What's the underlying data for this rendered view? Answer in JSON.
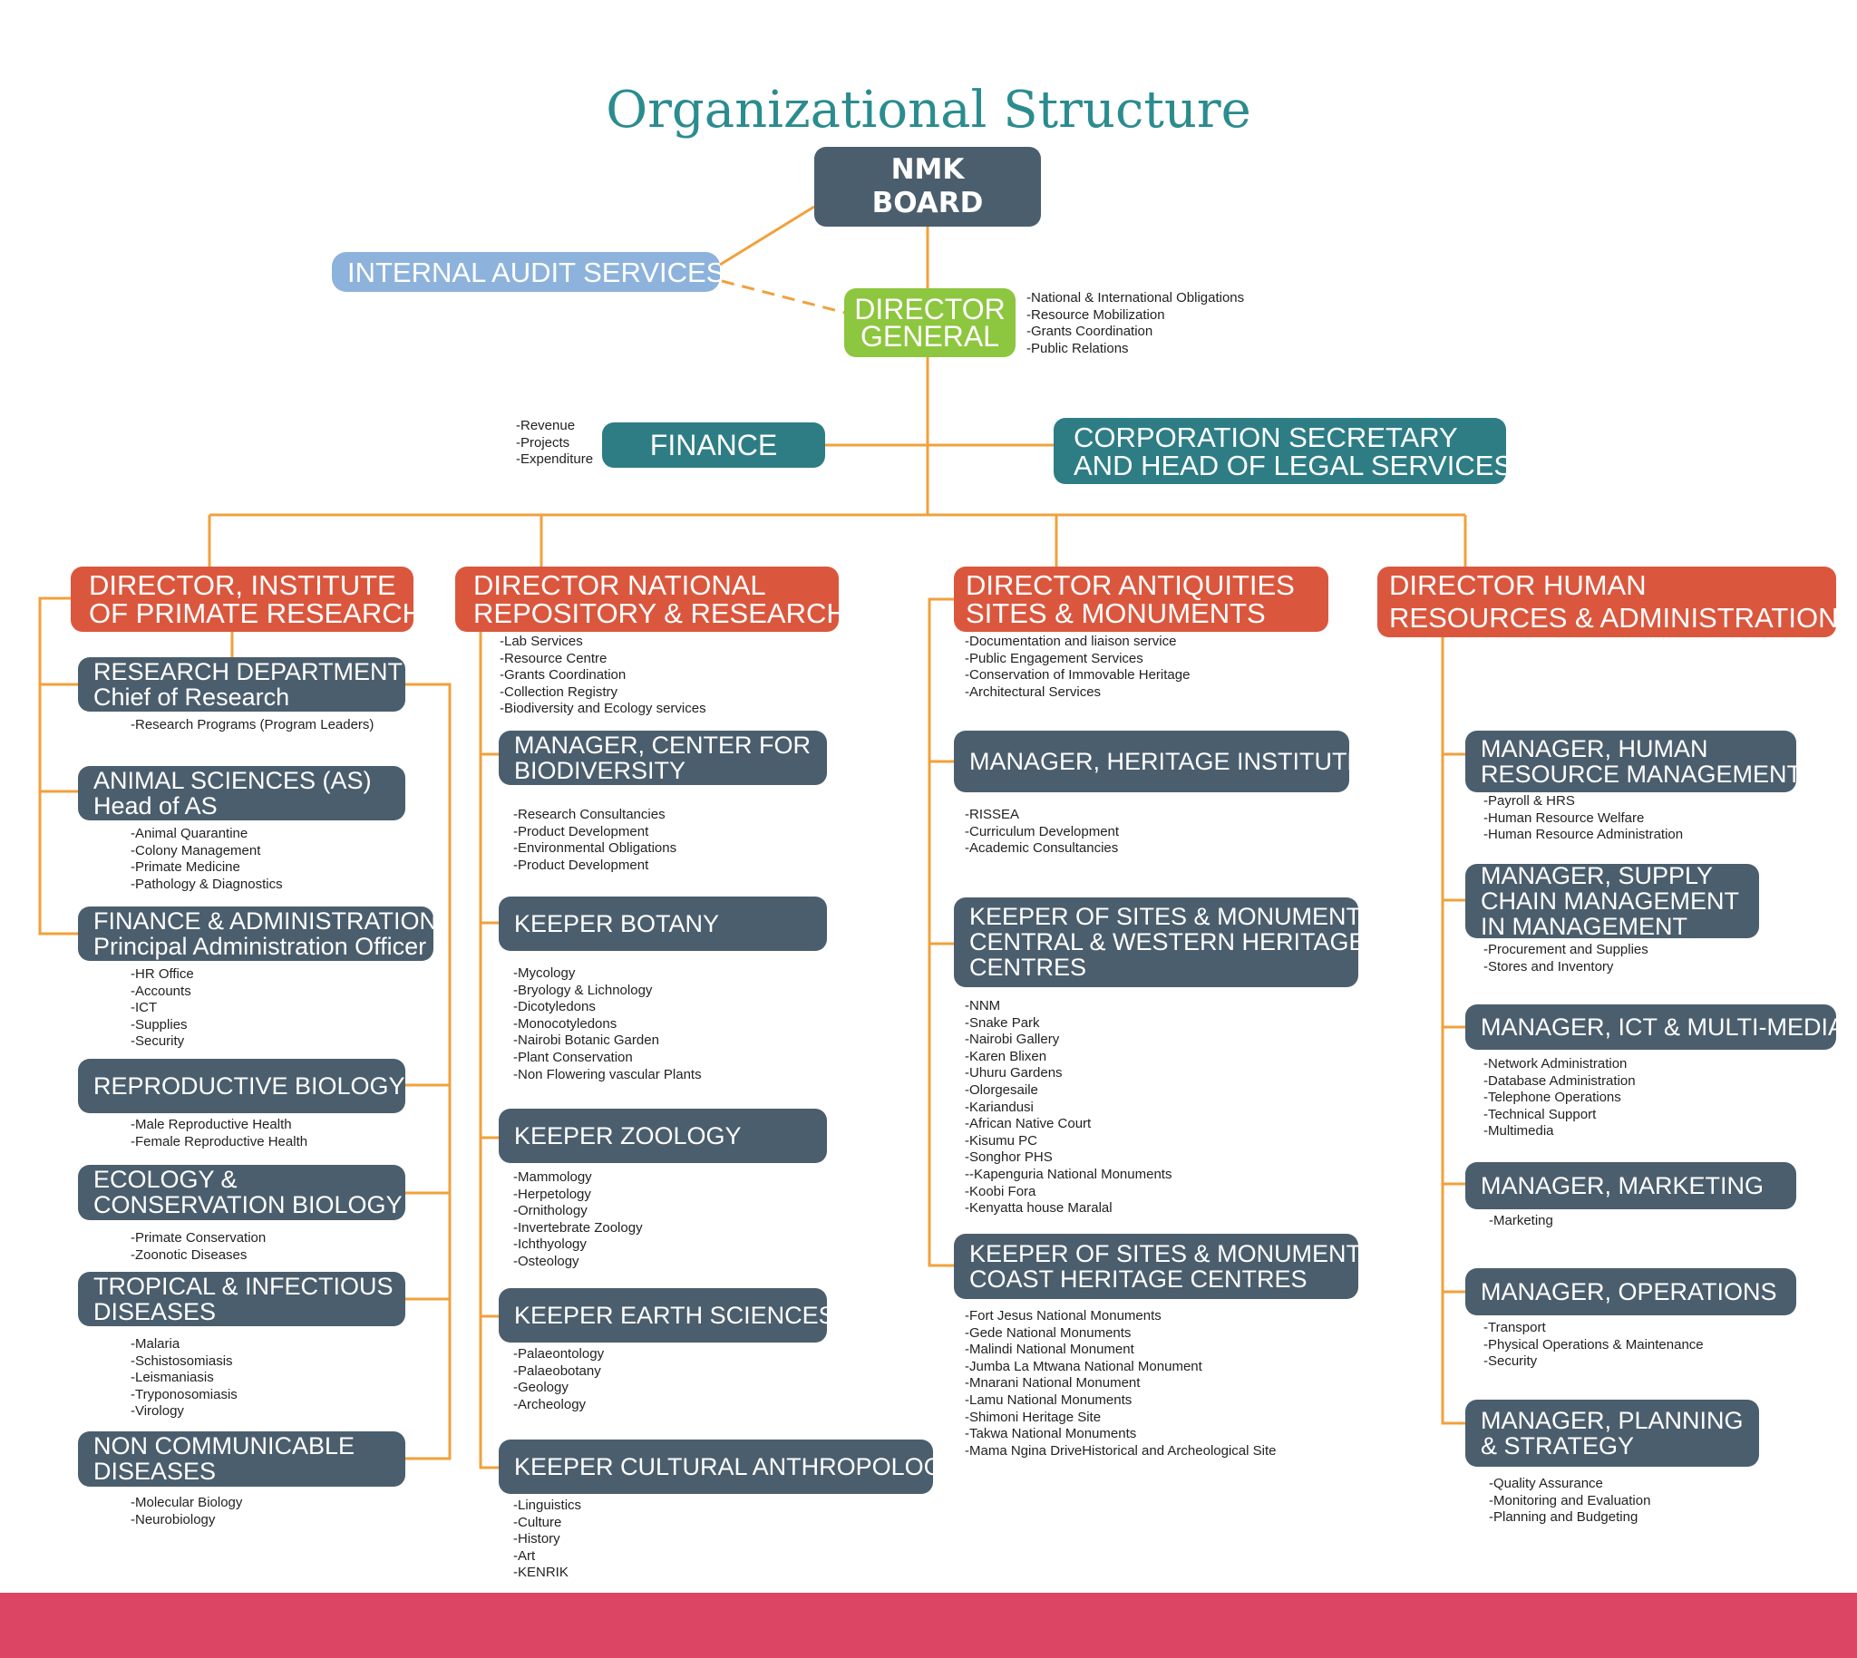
{
  "title": "Organizational Structure",
  "colors": {
    "title": "#2b8c8f",
    "line": "#f0a13c",
    "dark_box": "#4b5e6d",
    "director_box": "#da573e",
    "teal_box": "#2e7d85",
    "director_general": "#8dc63f",
    "audit": "#8db3dc",
    "footer": "#dc4664"
  },
  "board": [
    "NMK",
    "BOARD"
  ],
  "internal_audit": [
    "INTERNAL AUDIT SERVICES"
  ],
  "director_general": {
    "title": [
      "DIRECTOR",
      "GENERAL"
    ],
    "items": [
      "-National & International Obligations",
      "-Resource Mobilization",
      "-Grants  Coordination",
      "-Public Relations"
    ]
  },
  "finance": {
    "title": [
      "FINANCE"
    ],
    "items": [
      "-Revenue",
      "-Projects",
      "-Expenditure"
    ]
  },
  "corp_secretary": [
    "CORPORATION SECRETARY",
    "AND HEAD OF LEGAL SERVICES"
  ],
  "directors": [
    {
      "title": [
        "DIRECTOR, INSTITUTE",
        "OF PRIMATE RESEARCH"
      ],
      "items": [],
      "units": [
        {
          "title": [
            "RESEARCH DEPARTMENT",
            "Chief of Research"
          ],
          "items": [
            "-Research Programs (Program Leaders)"
          ]
        },
        {
          "title": [
            "ANIMAL SCIENCES (AS)",
            "Head of AS"
          ],
          "items": [
            "-Animal Quarantine",
            "-Colony Management",
            "-Primate Medicine",
            "-Pathology & Diagnostics"
          ]
        },
        {
          "title": [
            "FINANCE & ADMINISTRATION",
            "Principal Administration Officer"
          ],
          "items": [
            "-HR Office",
            "-Accounts",
            "-ICT",
            "-Supplies",
            "-Security"
          ]
        },
        {
          "title": [
            "REPRODUCTIVE BIOLOGY"
          ],
          "items": [
            "-Male Reproductive Health",
            "-Female Reproductive Health"
          ]
        },
        {
          "title": [
            "ECOLOGY &",
            "CONSERVATION BIOLOGY"
          ],
          "items": [
            "-Primate Conservation",
            "-Zoonotic Diseases"
          ]
        },
        {
          "title": [
            "TROPICAL & INFECTIOUS",
            "DISEASES"
          ],
          "items": [
            "-Malaria",
            "-Schistosomiasis",
            "-Leismaniasis",
            "-Tryponosomiasis",
            "-Virology"
          ]
        },
        {
          "title": [
            "NON COMMUNICABLE",
            "DISEASES"
          ],
          "items": [
            "-Molecular Biology",
            "-Neurobiology"
          ]
        }
      ]
    },
    {
      "title": [
        "DIRECTOR NATIONAL",
        "REPOSITORY & RESEARCH"
      ],
      "items": [
        "-Lab Services",
        "-Resource Centre",
        "-Grants Coordination",
        "-Collection Registry",
        "-Biodiversity and Ecology services"
      ],
      "units": [
        {
          "title": [
            "MANAGER, CENTER FOR",
            "BIODIVERSITY"
          ],
          "items": [
            "-Research Consultancies",
            "-Product Development",
            "-Environmental Obligations",
            "-Product Development"
          ]
        },
        {
          "title": [
            "KEEPER BOTANY"
          ],
          "items": [
            "-Mycology",
            "-Bryology & Lichnology",
            "-Dicotyledons",
            "-Monocotyledons",
            "-Nairobi Botanic Garden",
            "-Plant Conservation",
            "-Non Flowering vascular Plants"
          ]
        },
        {
          "title": [
            "KEEPER ZOOLOGY"
          ],
          "items": [
            "-Mammology",
            "-Herpetology",
            "-Ornithology",
            "-Invertebrate Zoology",
            "-Ichthyology",
            "-Osteology"
          ]
        },
        {
          "title": [
            "KEEPER EARTH SCIENCES"
          ],
          "items": [
            "-Palaeontology",
            "-Palaeobotany",
            "-Geology",
            "-Archeology"
          ]
        },
        {
          "title": [
            "KEEPER CULTURAL ANTHROPOLOGY"
          ],
          "items": [
            "-Linguistics",
            "-Culture",
            "-History",
            "-Art",
            "-KENRIK"
          ]
        }
      ]
    },
    {
      "title": [
        "DIRECTOR ANTIQUITIES",
        "SITES & MONUMENTS"
      ],
      "items": [
        "-Documentation and liaison service",
        "-Public Engagement Services",
        "-Conservation of Immovable Heritage",
        "-Architectural Services"
      ],
      "units": [
        {
          "title": [
            "MANAGER, HERITAGE INSTITUTE"
          ],
          "items": [
            "-RISSEA",
            "-Curriculum Development",
            "-Academic Consultancies"
          ]
        },
        {
          "title": [
            "KEEPER OF SITES & MONUMENTS,",
            "CENTRAL & WESTERN HERITAGE",
            "CENTRES"
          ],
          "items": [
            "-NNM",
            "-Snake Park",
            "-Nairobi Gallery",
            "-Karen Blixen",
            "-Uhuru Gardens",
            "-Olorgesaile",
            "-Kariandusi",
            "-African Native Court",
            "-Kisumu PC",
            "-Songhor PHS",
            "--Kapenguria National Monuments",
            "-Koobi Fora",
            "-Kenyatta house Maralal"
          ]
        },
        {
          "title": [
            "KEEPER OF SITES & MONUMENTS,",
            "COAST HERITAGE CENTRES"
          ],
          "items": [
            "-Fort Jesus National Monuments",
            "-Gede National Monuments",
            "-Malindi National Monument",
            "-Jumba La Mtwana National Monument",
            "-Mnarani National Monument",
            "-Lamu National Monuments",
            "-Shimoni Heritage Site",
            "-Takwa National Monuments",
            "-Mama Ngina DriveHistorical and Archeological Site"
          ]
        }
      ]
    },
    {
      "title": [
        "DIRECTOR HUMAN",
        "RESOURCES & ADMINISTRATION"
      ],
      "items": [],
      "units": [
        {
          "title": [
            "MANAGER, HUMAN",
            "RESOURCE MANAGEMENT"
          ],
          "items": [
            "-Payroll & HRS",
            "-Human Resource Welfare",
            "-Human Resource Administration"
          ]
        },
        {
          "title": [
            "MANAGER, SUPPLY",
            "CHAIN MANAGEMENT",
            "IN MANAGEMENT"
          ],
          "items": [
            "-Procurement and Supplies",
            "-Stores and Inventory"
          ]
        },
        {
          "title": [
            "MANAGER, ICT & MULTI-MEDIA"
          ],
          "items": [
            "-Network Administration",
            "-Database Administration",
            "-Telephone Operations",
            "-Technical Support",
            "-Multimedia"
          ]
        },
        {
          "title": [
            "MANAGER, MARKETING"
          ],
          "items": [
            "-Marketing"
          ]
        },
        {
          "title": [
            "MANAGER, OPERATIONS"
          ],
          "items": [
            "-Transport",
            "-Physical Operations & Maintenance",
            "-Security"
          ]
        },
        {
          "title": [
            "MANAGER, PLANNING",
            "& STRATEGY"
          ],
          "items": [
            "-Quality Assurance",
            "-Monitoring and Evaluation",
            "-Planning and Budgeting"
          ]
        }
      ]
    }
  ]
}
